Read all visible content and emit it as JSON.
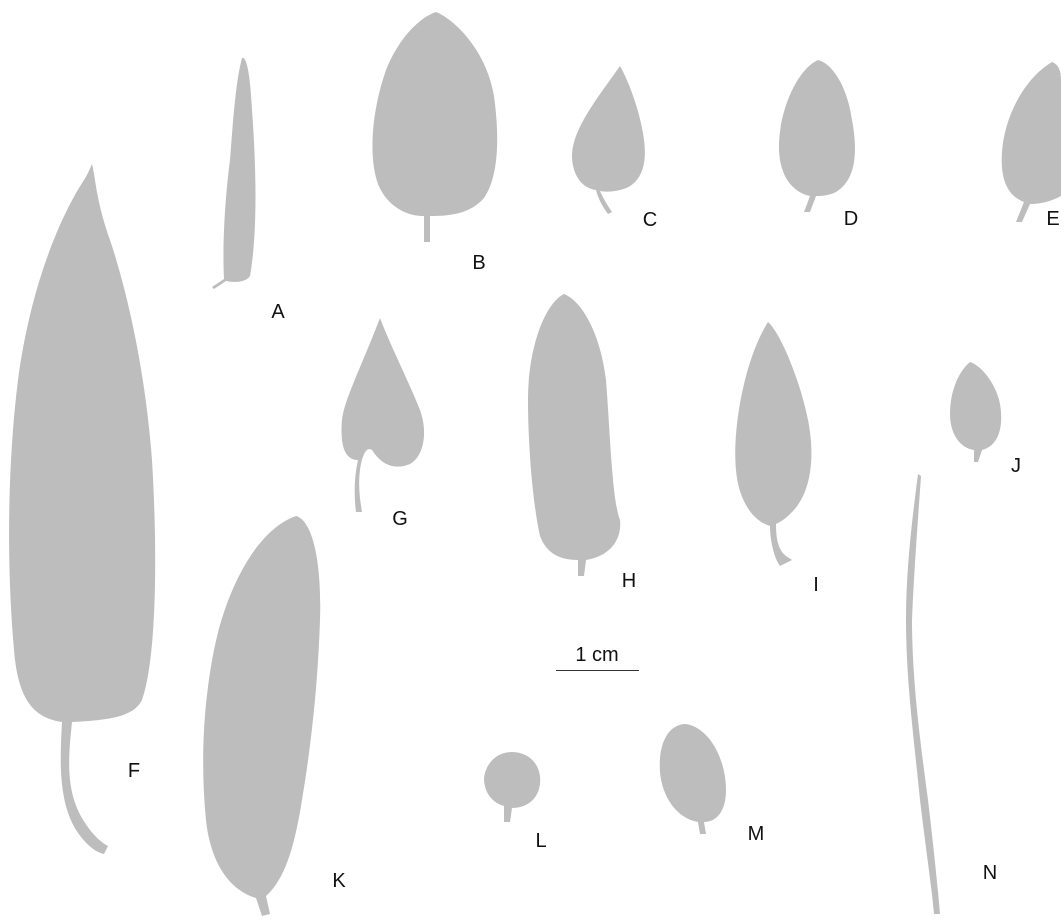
{
  "leaf_color": "#bdbdbd",
  "background_color": "#ffffff",
  "specimens": [
    {
      "label": "A"
    },
    {
      "label": "B"
    },
    {
      "label": "C"
    },
    {
      "label": "D"
    },
    {
      "label": "E"
    },
    {
      "label": "F"
    },
    {
      "label": "G"
    },
    {
      "label": "H"
    },
    {
      "label": "I"
    },
    {
      "label": "J"
    },
    {
      "label": "K"
    },
    {
      "label": "L"
    },
    {
      "label": "M"
    },
    {
      "label": "N"
    }
  ],
  "scale_bar": {
    "label": "1 cm"
  }
}
